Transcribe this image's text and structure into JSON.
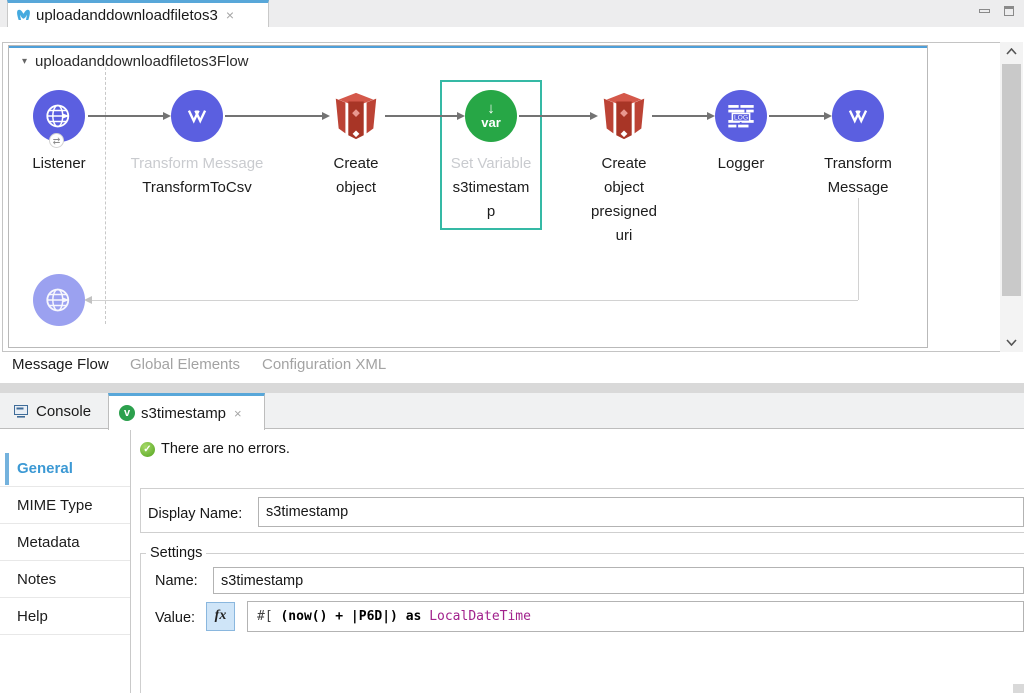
{
  "titlebar": {
    "tab_title": "uploadanddownloadfiletos3",
    "close": "×"
  },
  "flow": {
    "title": "uploadanddownloadfiletos3Flow",
    "nodes": [
      {
        "kind": "http-listener",
        "name": "Listener"
      },
      {
        "kind": "dataweave",
        "type_label": "Transform Message",
        "name": "TransformToCsv"
      },
      {
        "kind": "s3",
        "name": "Create object"
      },
      {
        "kind": "set-variable",
        "type_label": "Set Variable",
        "name": "s3timestamp",
        "selected": true
      },
      {
        "kind": "s3",
        "name": "Create object presigned uri"
      },
      {
        "kind": "logger",
        "name": "Logger"
      },
      {
        "kind": "dataweave",
        "name": "Transform Message"
      }
    ]
  },
  "editor_tabs": [
    {
      "label": "Message Flow",
      "active": true
    },
    {
      "label": "Global Elements",
      "active": false
    },
    {
      "label": "Configuration XML",
      "active": false
    }
  ],
  "console_tabs": [
    {
      "label": "Console",
      "active": false
    },
    {
      "label": "s3timestamp",
      "active": true,
      "close": "×"
    }
  ],
  "properties": {
    "status": "There are no errors.",
    "sidebar": [
      {
        "label": "General",
        "active": true
      },
      {
        "label": "MIME Type",
        "active": false
      },
      {
        "label": "Metadata",
        "active": false
      },
      {
        "label": "Notes",
        "active": false
      },
      {
        "label": "Help",
        "active": false
      }
    ],
    "display_name_label": "Display Name:",
    "display_name_value": "s3timestamp",
    "settings_legend": "Settings",
    "name_label": "Name:",
    "name_value": "s3timestamp",
    "value_label": "Value:",
    "fx_label": "fx",
    "expression": {
      "prefix": "#[",
      "body": " (now() + |P6D|) ",
      "keyword": "as",
      "type": " LocalDateTime"
    }
  },
  "icons": {
    "collapse": "▾",
    "swap": "⇄",
    "var_text": "var",
    "var_arrow": "↓",
    "var_badge": "v",
    "log_text": "LOG",
    "check": "✓"
  },
  "colors": {
    "accent_blue": "#58a7d9",
    "indigo": "#5b5fe0",
    "indigo_faded": "#9ba1f0",
    "green": "#27a746",
    "s3_red": "#bc4335",
    "selection_teal": "#35b9a5",
    "sidebar_active_blue": "#3c99d4",
    "type_magenta": "#a1218c"
  }
}
